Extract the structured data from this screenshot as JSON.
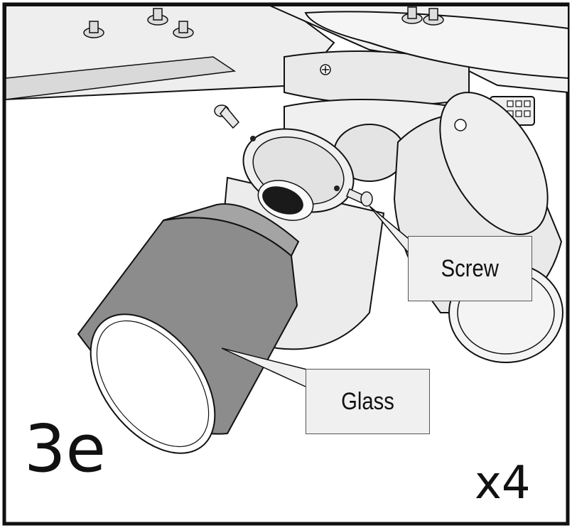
{
  "diagram": {
    "step": "3e",
    "quantity": "x4",
    "callouts": {
      "screw": "Screw",
      "glass": "Glass"
    },
    "colors": {
      "line": "#111111",
      "glass_fill": "#8c8c8c",
      "metal_fill": "#e6e6e6",
      "callout_fill": "#f0f0f0"
    }
  }
}
